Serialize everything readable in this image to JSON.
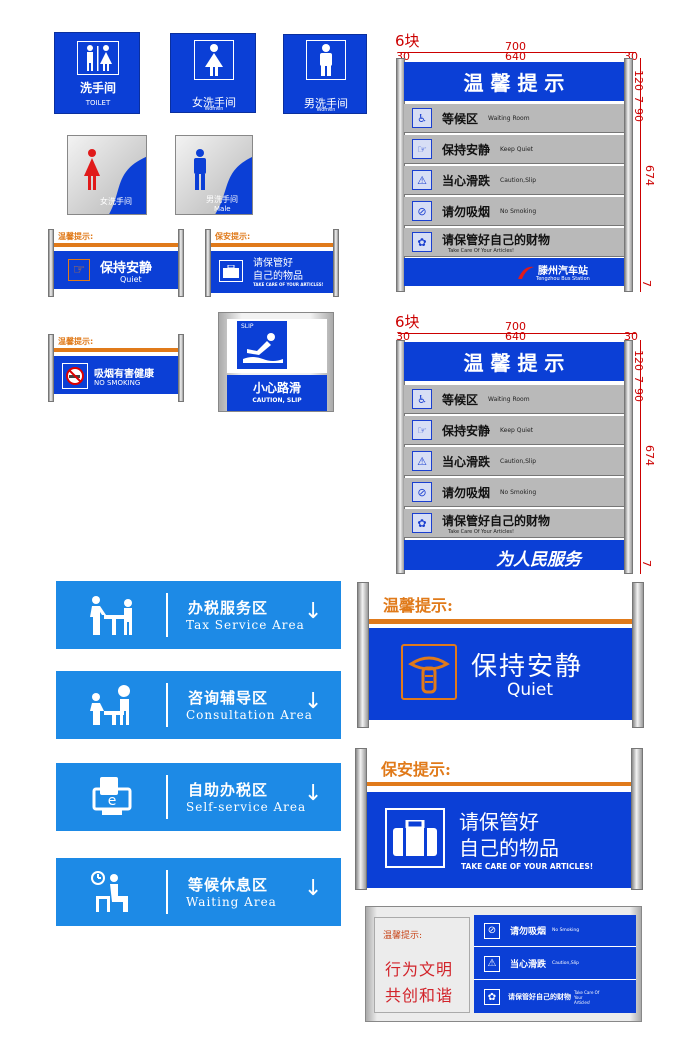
{
  "restroom_signs": {
    "unisex": {
      "cn": "洗手间",
      "en": "TOILET"
    },
    "women": {
      "cn": "女洗手间",
      "en": "Women"
    },
    "men": {
      "cn": "男洗手间",
      "en": "Women"
    },
    "women_tilted": {
      "cn": "女洗手间"
    },
    "men_tilted": {
      "cn": "男洗手间",
      "en": "Male"
    }
  },
  "small_cards": {
    "quiet": {
      "header": "温馨提示:",
      "cn": "保持安静",
      "en": "Quiet"
    },
    "articles": {
      "header": "保安提示:",
      "cn_line1": "请保管好",
      "cn_line2": "自己的物品",
      "en": "TAKE CARE OF YOUR ARTICLES!"
    },
    "smoking": {
      "header": "温馨提示:",
      "cn": "吸烟有害健康",
      "en": "NO SMOKING"
    },
    "slip": {
      "tag": "SLIP",
      "cn": "小心路滑",
      "en": "CAUTION, SLIP"
    }
  },
  "panel1": {
    "count_label": "6块",
    "width_total": "700",
    "width_inner": "640",
    "margin_left": "30",
    "margin_right": "30",
    "vertical_dims": [
      "120",
      "7",
      "90"
    ],
    "height_total": "674",
    "title": "温 馨 提 示",
    "rows": [
      {
        "cn": "等候区",
        "en": "Waiting Room",
        "icon": "waiting-icon"
      },
      {
        "cn": "保持安静",
        "en": "Keep Quiet",
        "icon": "quiet-icon"
      },
      {
        "cn": "当心滑跌",
        "en": "Caution,Slip",
        "icon": "slip-icon"
      },
      {
        "cn": "请勿吸烟",
        "en": "No Smoking",
        "icon": "no-smoking-icon"
      },
      {
        "cn": "请保管好自己的财物",
        "en": "Take Care Of Your Articles!",
        "icon": "articles-icon"
      }
    ],
    "footer_cn": "滕州汽车站",
    "footer_en": "Tengzhou Bus Station",
    "bottom_dim": "7"
  },
  "panel2": {
    "count_label": "6块",
    "width_total": "700",
    "width_inner": "640",
    "margin_left": "30",
    "margin_right": "30",
    "vertical_dims": [
      "120",
      "7",
      "90"
    ],
    "height_total": "674",
    "title": "温 馨 提 示",
    "rows": [
      {
        "cn": "等候区",
        "en": "Waiting Room",
        "icon": "waiting-icon"
      },
      {
        "cn": "保持安静",
        "en": "Keep Quiet",
        "icon": "quiet-icon"
      },
      {
        "cn": "当心滑跌",
        "en": "Caution,Slip",
        "icon": "slip-icon"
      },
      {
        "cn": "请勿吸烟",
        "en": "No Smoking",
        "icon": "no-smoking-icon"
      },
      {
        "cn": "请保管好自己的财物",
        "en": "Take Care Of Your Articles!",
        "icon": "articles-icon"
      }
    ],
    "footer_cn": "为人民服务",
    "bottom_dim": "7"
  },
  "directional": [
    {
      "cn": "办税服务区",
      "en": "Tax Service Area",
      "icon": "tax-service-icon"
    },
    {
      "cn": "咨询辅导区",
      "en": "Consultation Area",
      "icon": "consultation-icon"
    },
    {
      "cn": "自助办税区",
      "en": "Self-service Area",
      "icon": "self-service-icon"
    },
    {
      "cn": "等候休息区",
      "en": "Waiting Area",
      "icon": "waiting-area-icon"
    }
  ],
  "large_quiet": {
    "header": "温馨提示:",
    "cn": "保持安静",
    "en": "Quiet"
  },
  "large_articles": {
    "header": "保安提示:",
    "cn_line1": "请保管好",
    "cn_line2": "自己的物品",
    "en": "TAKE CARE OF YOUR ARTICLES!"
  },
  "combo_sign": {
    "header": "温馨提示:",
    "line1": "行为文明",
    "line2": "共创和谐",
    "rows": [
      {
        "cn": "请勿吸烟",
        "en": "No Smoking"
      },
      {
        "cn": "当心滑跌",
        "en": "Caution,Slip"
      },
      {
        "cn": "请保管好自己的财物",
        "en": "Take Care Of Your Articles!"
      }
    ]
  },
  "colors": {
    "blue": "#0b3fd6",
    "light_blue": "#1d8ae6",
    "orange": "#e07a1a",
    "red": "#cc0000",
    "gray": "#b9b9b9"
  }
}
